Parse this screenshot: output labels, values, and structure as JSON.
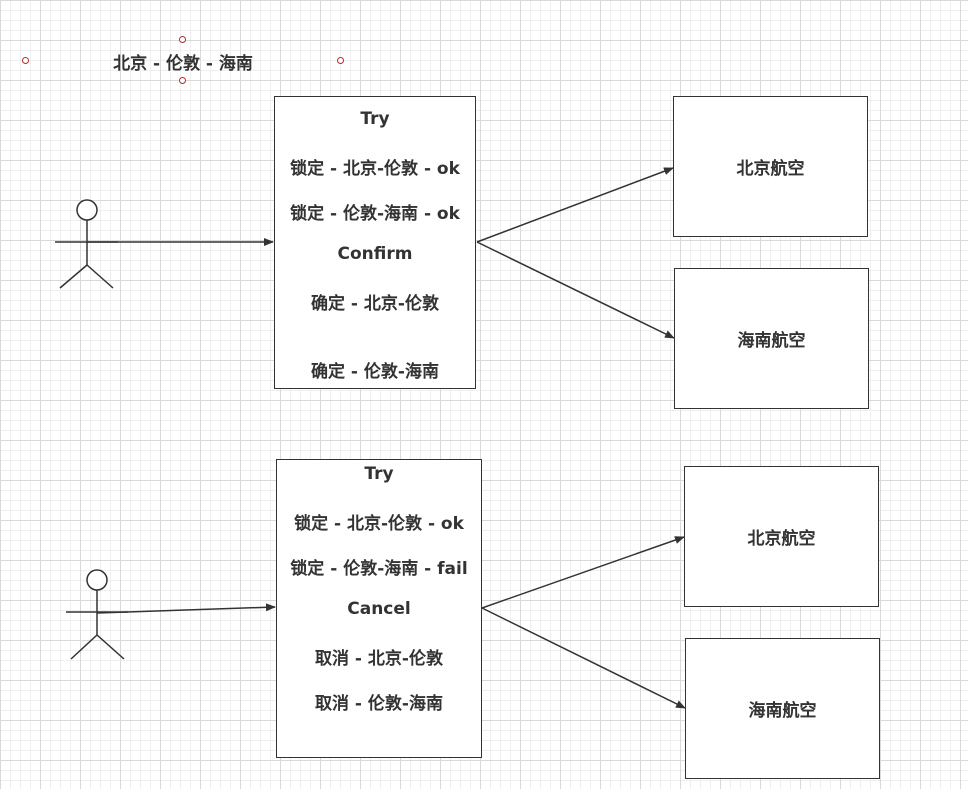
{
  "title": "北京 - 伦敦 - 海南",
  "scenario_confirm": {
    "lines": [
      "Try",
      "锁定 - 北京-伦敦 - ok",
      "锁定 - 伦敦-海南 - ok",
      "Confirm",
      "确定 - 北京-伦敦",
      "确定 - 伦敦-海南"
    ],
    "airlines": [
      "北京航空",
      "海南航空"
    ]
  },
  "scenario_cancel": {
    "lines": [
      "Try",
      "锁定 - 北京-伦敦 - ok",
      "锁定 - 伦敦-海南 - fail",
      "Cancel",
      "取消 - 北京-伦敦",
      "取消 - 伦敦-海南"
    ],
    "airlines": [
      "北京航空",
      "海南航空"
    ]
  },
  "colors": {
    "stroke": "#333333",
    "grid": "#d9d9d9",
    "handle": "#b03030"
  }
}
